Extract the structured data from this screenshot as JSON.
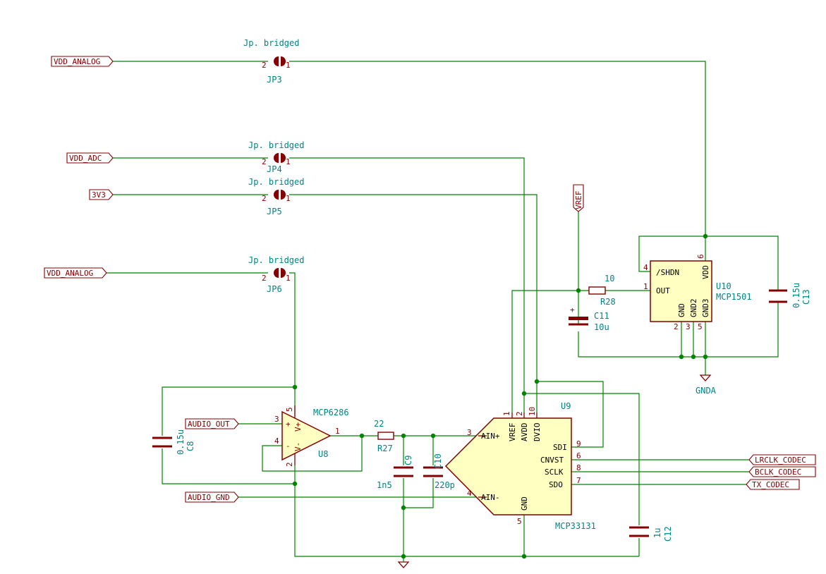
{
  "labels": {
    "vdd_analog_top": "VDD_ANALOG",
    "vdd_adc": "VDD_ADC",
    "v3v3": "3V3",
    "vdd_analog_mid": "VDD_ANALOG",
    "vref": "VREF",
    "audio_out": "AUDIO_OUT",
    "audio_gnd": "AUDIO_GND",
    "lrclk": "LRCLK_CODEC",
    "bclk": "BCLK_CODEC",
    "tx": "TX_CODEC",
    "gnda": "GNDA"
  },
  "jumpers": [
    {
      "ref": "JP3",
      "value": "Jp. bridged",
      "pin_a": "2",
      "pin_b": "1"
    },
    {
      "ref": "JP4",
      "value": "Jp. bridged",
      "pin_a": "2",
      "pin_b": "1"
    },
    {
      "ref": "JP5",
      "value": "Jp. bridged",
      "pin_a": "2",
      "pin_b": "1"
    },
    {
      "ref": "JP6",
      "value": "Jp. bridged",
      "pin_a": "2",
      "pin_b": "1"
    }
  ],
  "u10": {
    "ref": "U10",
    "value": "MCP1501",
    "pins": {
      "shdn": "/SHDN",
      "out": "OUT",
      "vdd": "VDD",
      "gnd": "GND",
      "gnd2": "GND2",
      "gnd3": "GND3"
    },
    "pin_numbers": {
      "shdn": "4",
      "out": "1",
      "vdd": "6",
      "gnd": "2",
      "gnd2": "3",
      "gnd3": "5"
    }
  },
  "u8": {
    "ref": "U8",
    "value": "MCP6286",
    "pins": {
      "vplus": "V+",
      "vminus": "V-",
      "plus": "+",
      "minus": "-"
    },
    "pin_numbers": {
      "vplus": "5",
      "vminus": "2",
      "plus": "3",
      "minus": "4",
      "out": "1"
    }
  },
  "u9": {
    "ref": "U9",
    "value": "MCP33131",
    "pins": {
      "vref": "VREF",
      "avdd": "AVDD",
      "dvio": "DVIO",
      "ainp": "AIN+",
      "ainm": "AIN-",
      "gnd": "GND",
      "sdi": "SDI",
      "cnvst": "CNVST",
      "sclk": "SCLK",
      "sdo": "SDO"
    },
    "pin_numbers": {
      "vref": "1",
      "avdd": "2",
      "dvio": "10",
      "ainp": "3",
      "ainm": "4",
      "gnd": "5",
      "sdi": "9",
      "cnvst": "6",
      "sclk": "8",
      "sdo": "7"
    }
  },
  "r28": {
    "ref": "R28",
    "value": "10"
  },
  "r27": {
    "ref": "R27",
    "value": "22"
  },
  "c11": {
    "ref": "C11",
    "value": "10u",
    "polarity": "+"
  },
  "c13": {
    "ref": "C13",
    "value": "0.15u"
  },
  "c8": {
    "ref": "C8",
    "value": "0.15u"
  },
  "c9": {
    "ref": "C9",
    "value": "1n5"
  },
  "c10": {
    "ref": "C10",
    "value": "220p"
  },
  "c12": {
    "ref": "C12",
    "value": "1u"
  },
  "colors": {
    "wire": "#008400",
    "component": "#840000",
    "fill": "#ffffc2",
    "text": "#008484"
  }
}
